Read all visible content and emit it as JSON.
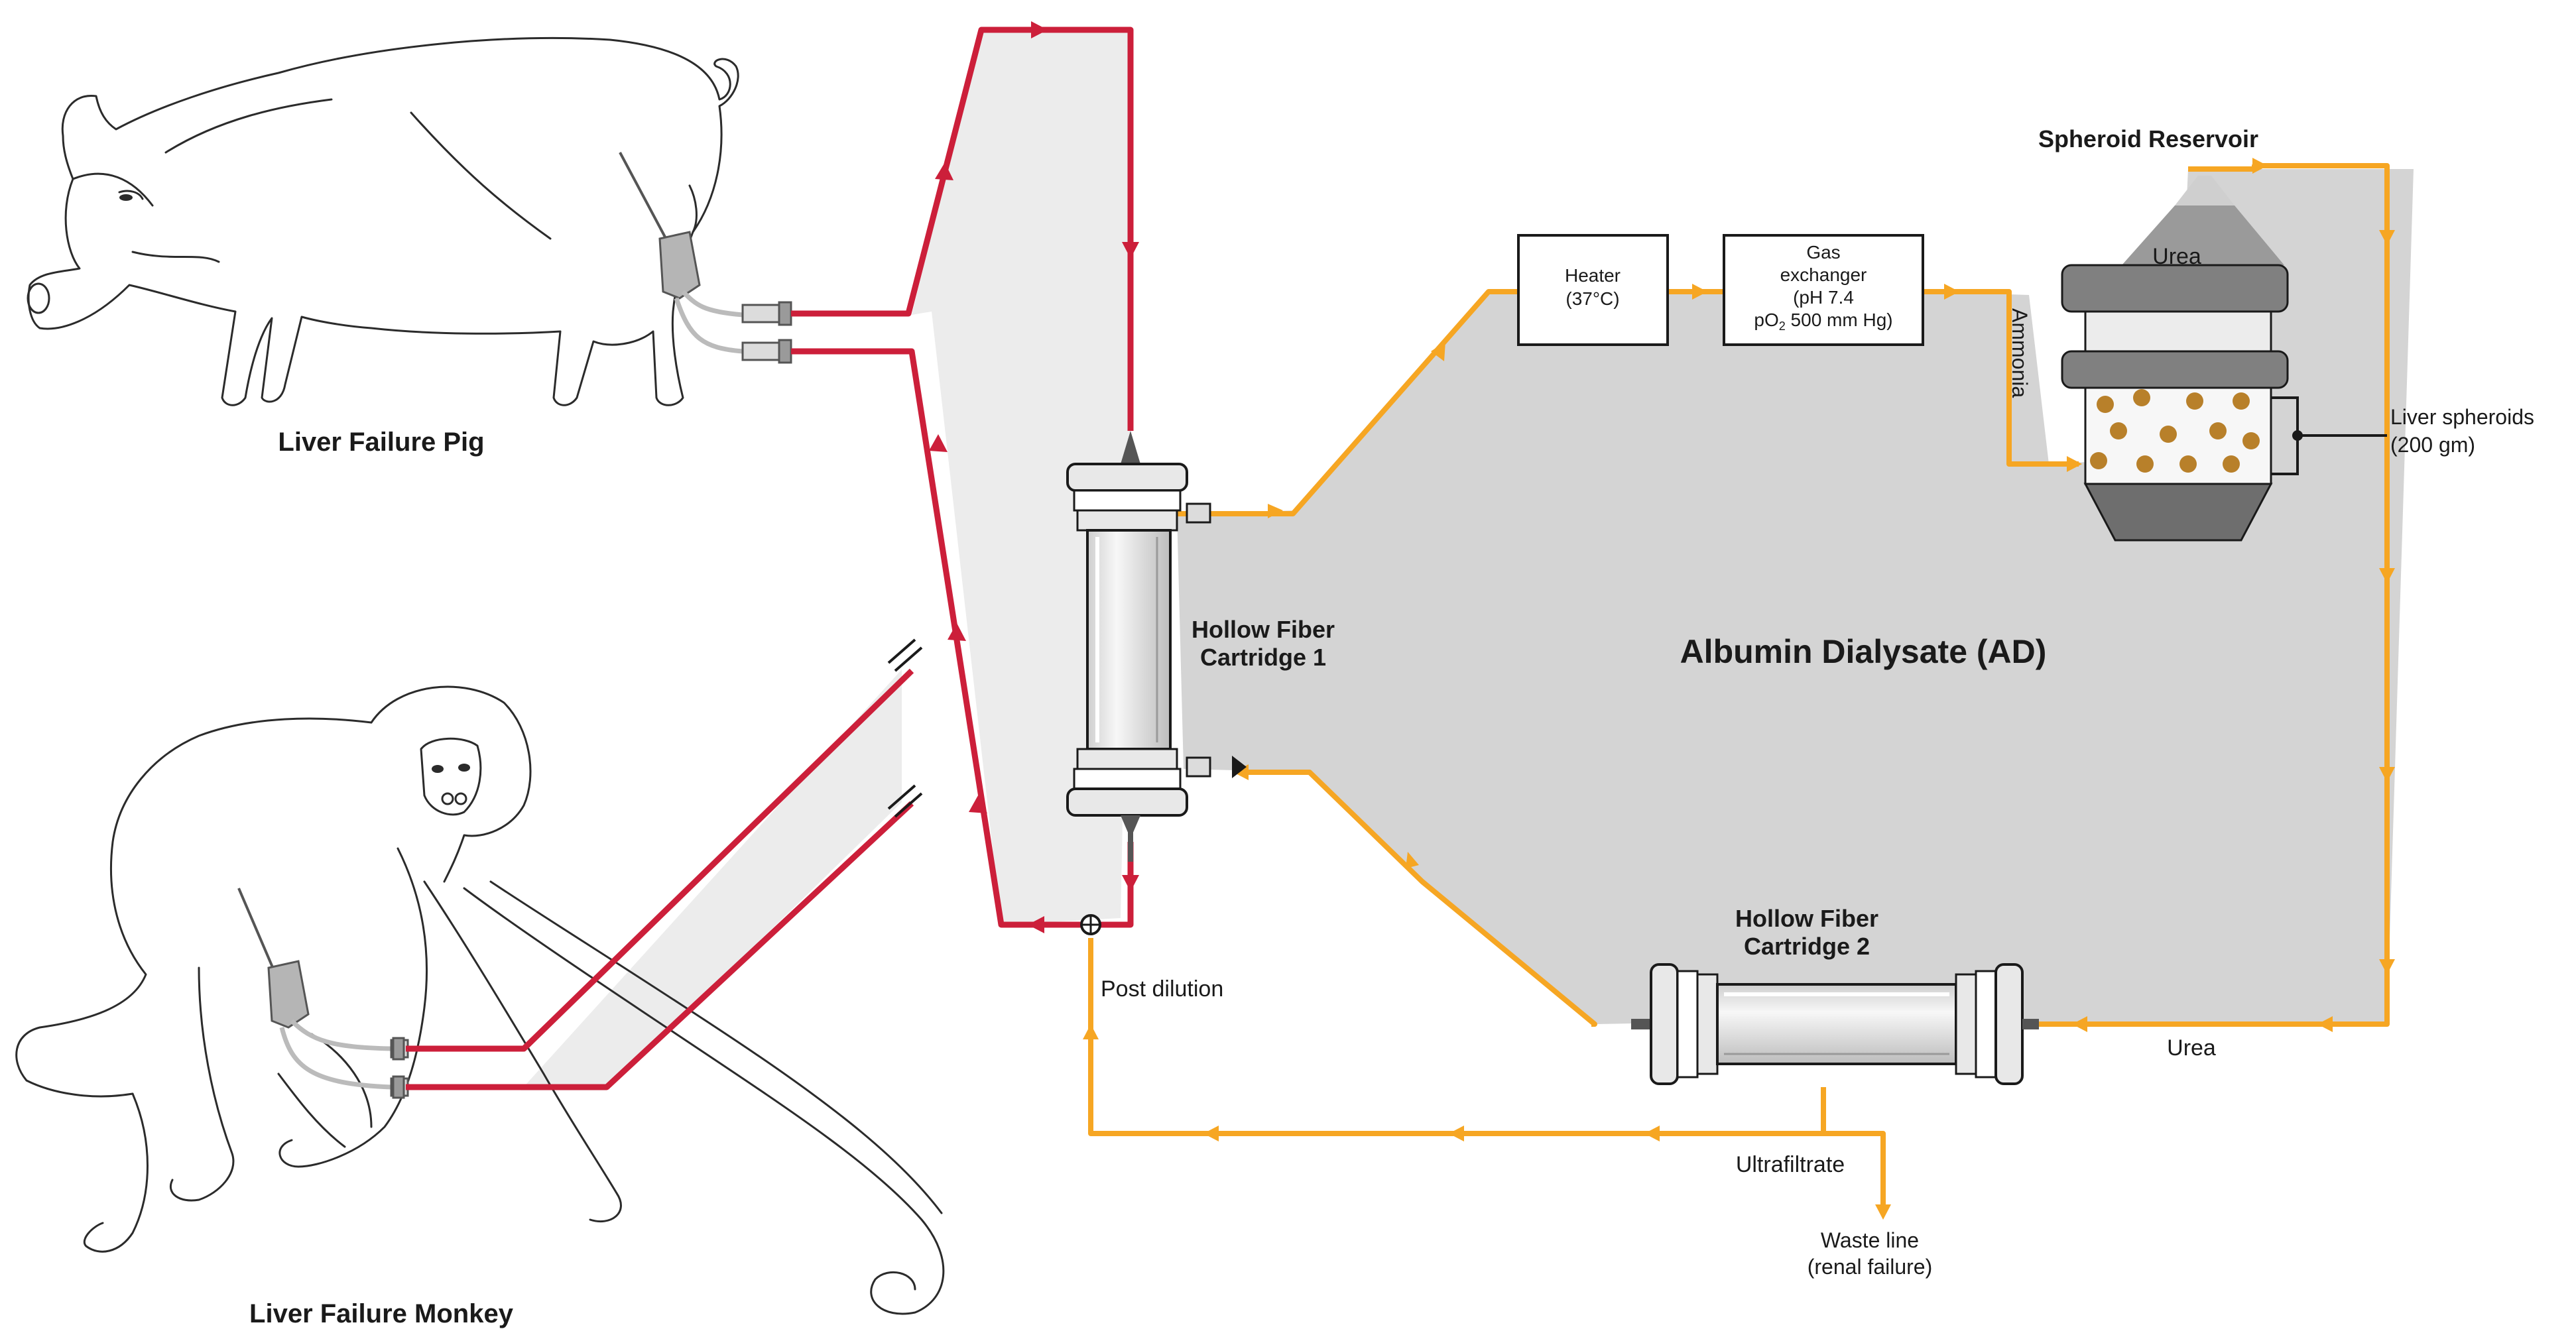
{
  "labels": {
    "pig": "Liver Failure Pig",
    "monkey": "Liver Failure Monkey",
    "cartridge1_line1": "Hollow Fiber",
    "cartridge1_line2": "Cartridge 1",
    "cartridge2_line1": "Hollow Fiber",
    "cartridge2_line2": "Cartridge 2",
    "albumin": "Albumin Dialysate (AD)",
    "heater_line1": "Heater",
    "heater_line2": "(37°C)",
    "gas_line1": "Gas",
    "gas_line2": "exchanger",
    "gas_line3": "(pH 7.4",
    "gas_line4_pre": "pO",
    "gas_line4_sub": "2",
    "gas_line4_post": " 500 mm Hg)",
    "reservoir": "Spheroid Reservoir",
    "urea_top": "Urea",
    "ammonia": "Ammonia",
    "spheroids_line1": "Liver spheroids",
    "spheroids_line2": "(200 gm)",
    "urea_bottom": "Urea",
    "post_dilution": "Post dilution",
    "ultrafiltrate": "Ultrafiltrate",
    "waste_line1": "Waste line",
    "waste_line2": "(renal failure)"
  },
  "colors": {
    "blood_line": "#cc1f3a",
    "dialysate_line": "#f6a623",
    "albumin_region": "#d4d4d4",
    "blood_region": "#ececec",
    "spheroid": "#b8802a"
  }
}
